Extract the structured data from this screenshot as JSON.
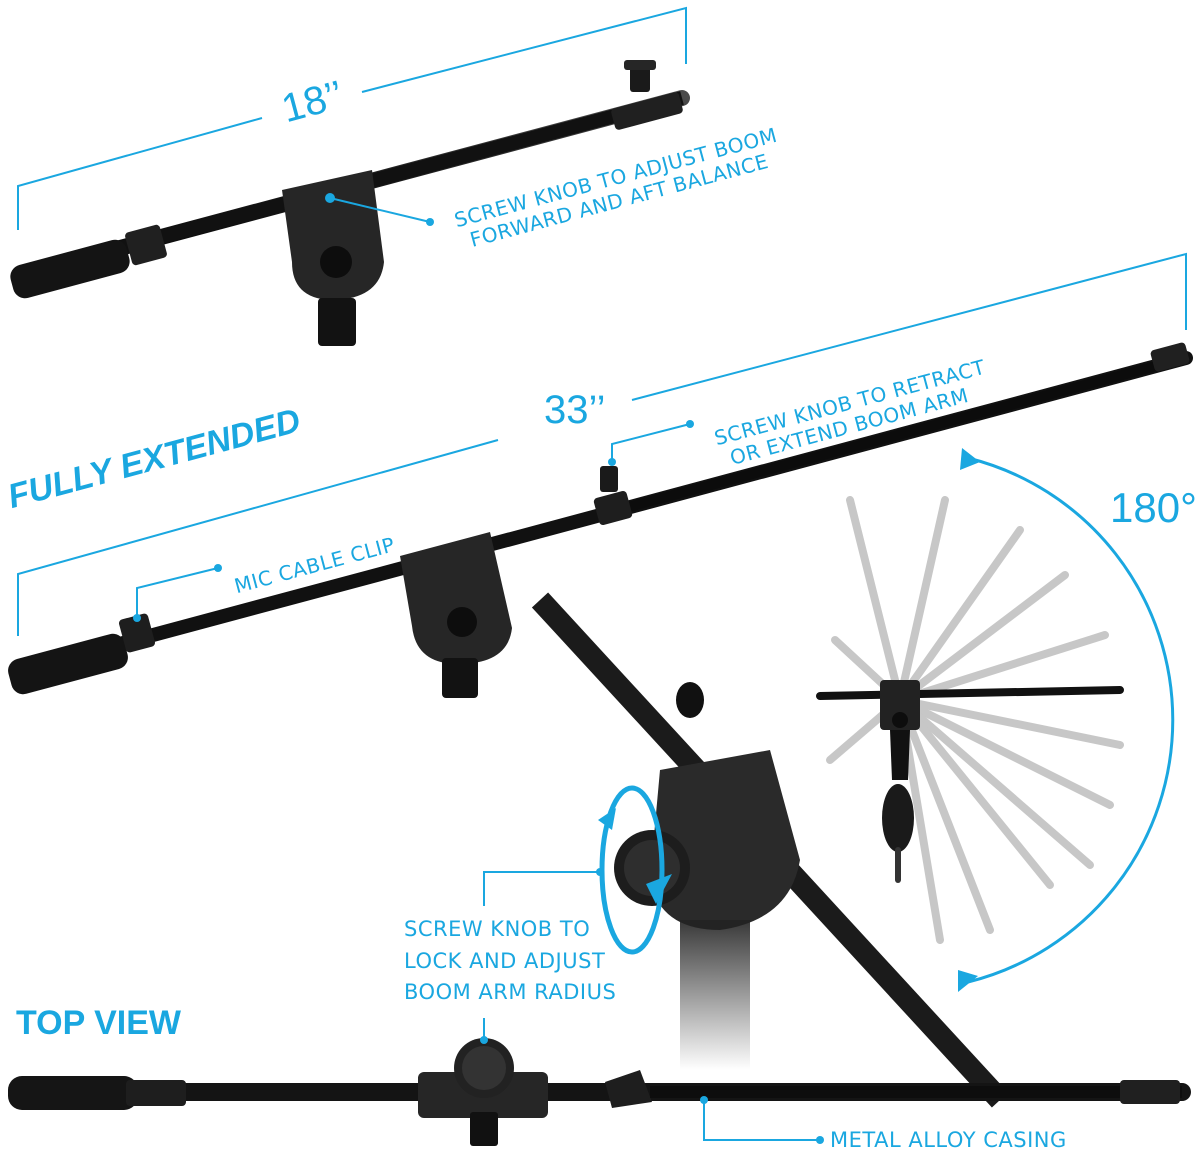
{
  "measurements": {
    "retracted": "18’’",
    "extended": "33’’",
    "swivel": "180°"
  },
  "headings": {
    "fully_extended": "FULLY EXTENDED",
    "top_view": "TOP VIEW"
  },
  "callouts": {
    "balance_line1": "SCREW KNOB TO ADJUST BOOM",
    "balance_line2": "FORWARD AND AFT BALANCE",
    "retract_line1": "SCREW KNOB TO RETRACT",
    "retract_line2": "OR EXTEND BOOM ARM",
    "cable_clip": "MIC CABLE CLIP",
    "radius_line1": "SCREW KNOB TO",
    "radius_line2": "LOCK AND ADJUST",
    "radius_line3": "BOOM ARM RADIUS",
    "casing": "METAL ALLOY CASING"
  },
  "colors": {
    "accent": "#1aa7e0",
    "metal": "#1c1c1c"
  }
}
